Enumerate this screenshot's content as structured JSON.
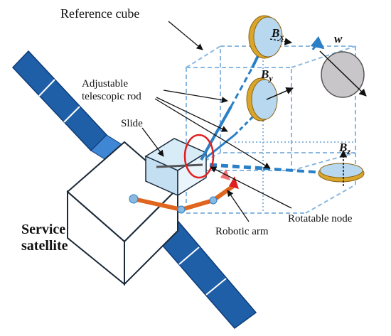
{
  "labels": {
    "reference_cube": "Reference cube",
    "adjustable_rod_line1": "Adjustable",
    "adjustable_rod_line2": "telescopic rod",
    "slide": "Slide",
    "rotatable_node": "Rotatable node",
    "robotic_arm": "Robotic arm",
    "service_line1": "Service",
    "service_line2": "satellite"
  },
  "symbols": {
    "bx_main": "B",
    "bx_sub": "x",
    "by_main": "B",
    "by_sub": "y",
    "bz_main": "B",
    "bz_sub": "z",
    "w": "w"
  },
  "colors": {
    "panel_blue": "#1f5fa8",
    "panel_light": "#3f86d4",
    "rod_blue": "#2a7fc6",
    "cube_dash": "#8ab8e0",
    "gold": "#d9a52b",
    "disk_blue": "#b8d8f0",
    "arm_orange": "#e0661f",
    "node_red": "#e02020",
    "gray_disk": "#c8c6c8"
  }
}
